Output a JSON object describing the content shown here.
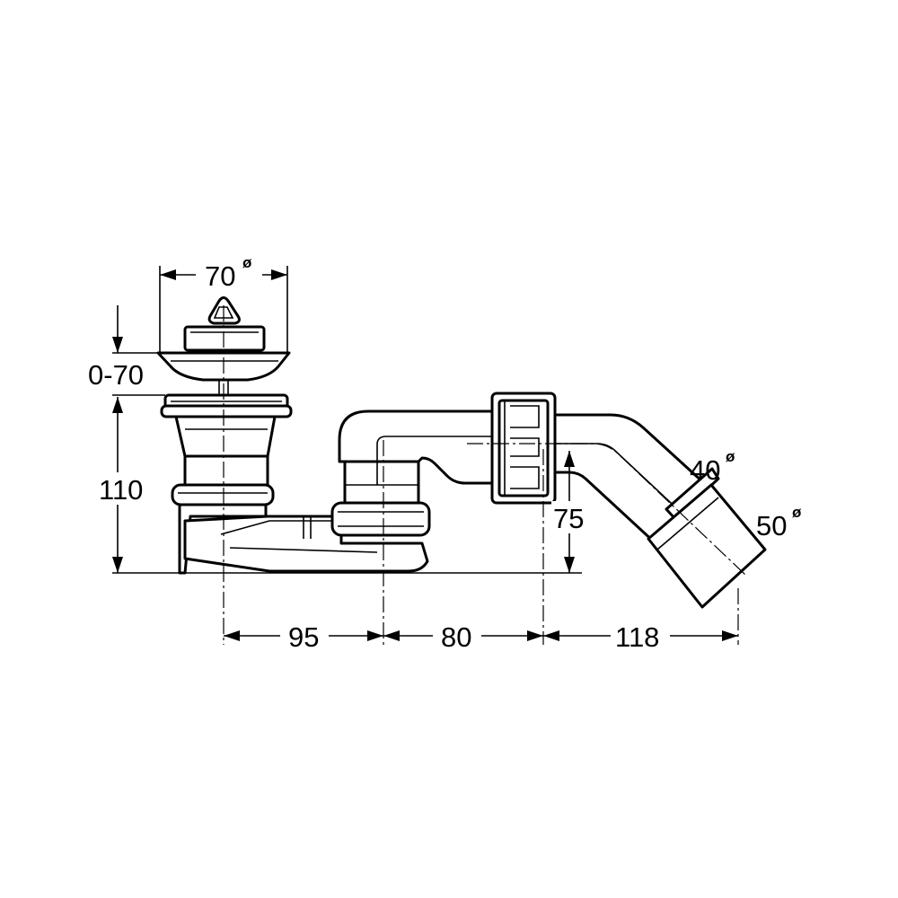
{
  "dimensions": {
    "strainer_diameter": {
      "value": "70",
      "symbol": "ø"
    },
    "adjust_range": "0-70",
    "height": "110",
    "span_1": "95",
    "span_2": "80",
    "span_3": "118",
    "outlet_height": "75",
    "outlet_inner_diameter": {
      "value": "40",
      "symbol": "ø"
    },
    "outlet_outer_diameter": {
      "value": "50",
      "symbol": "ø"
    }
  }
}
